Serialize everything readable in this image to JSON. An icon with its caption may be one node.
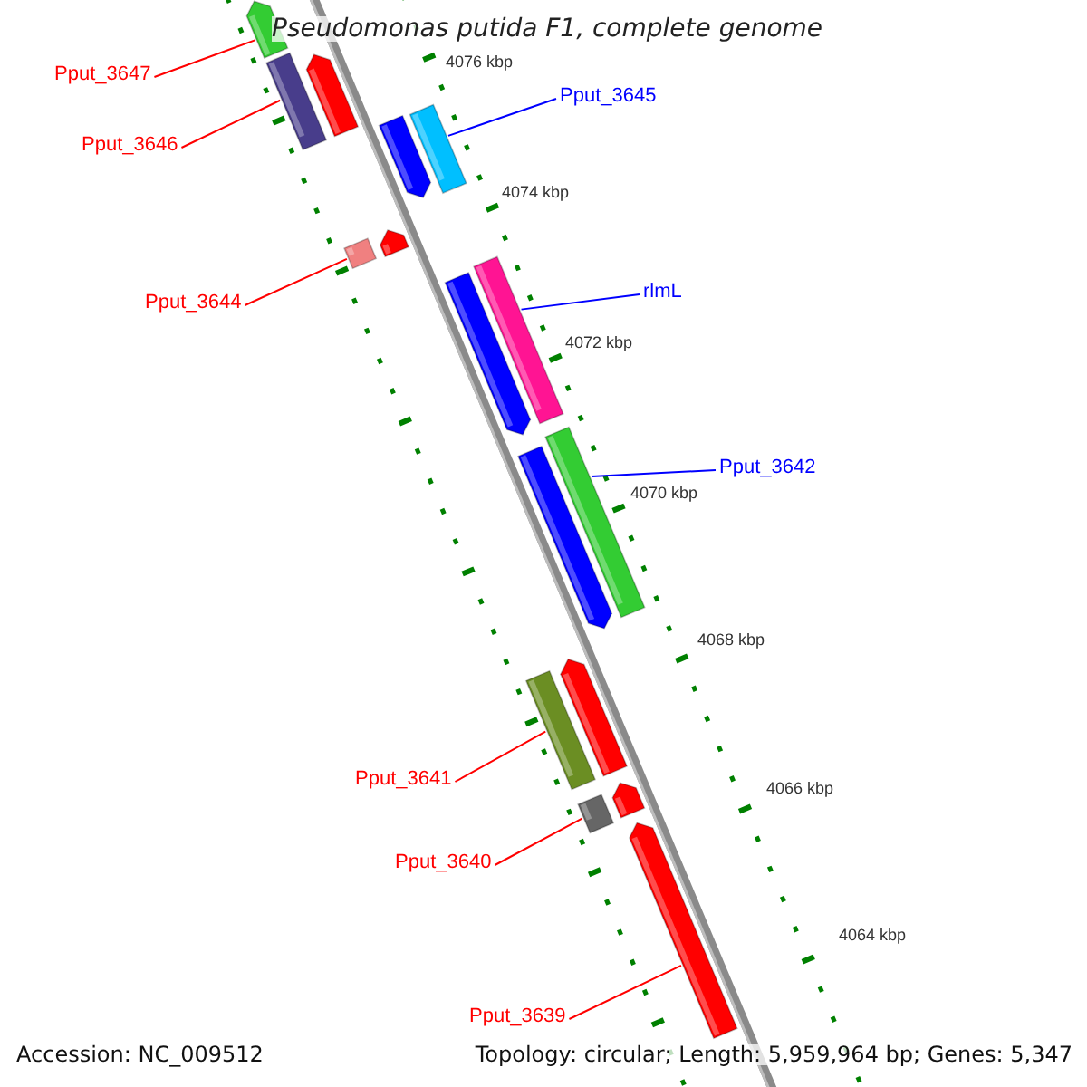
{
  "diagram": {
    "title": "Pseudomonas putida F1, complete genome",
    "nodes": [
      {
        "text": [
          "Pput_3647"
        ]
      },
      {
        "text": [],
        "shape": "bar"
      },
      {
        "text": [],
        "shape": "bar"
      },
      {
        "text": [
          "Pput_3646"
        ]
      },
      {
        "text": [],
        "shape": "bar"
      },
      {
        "text": [
          "Pput_3645"
        ]
      },
      {
        "text": [],
        "shape": "bar"
      },
      {
        "text": [],
        "shape": "bar"
      },
      {
        "text": [
          "Pput_3644"
        ]
      },
      {
        "text": [],
        "shape": "bar"
      },
      {
        "text": [],
        "shape": "bar"
      },
      {
        "text": [
          "rlmL"
        ]
      },
      {
        "text": [],
        "shape": "bar"
      },
      {
        "text": [],
        "shape": "bar"
      },
      {
        "text": [
          "Pput_3642"
        ]
      },
      {
        "text": [],
        "shape": "bar"
      },
      {
        "text": [],
        "shape": "bar"
      },
      {
        "text": [
          "Pput_3641"
        ]
      },
      {
        "text": [],
        "shape": "bar"
      },
      {
        "text": [],
        "shape": "bar"
      },
      {
        "text": [
          "Pput_3640"
        ]
      },
      {
        "text": [],
        "shape": "bar"
      },
      {
        "text": [],
        "shape": "bar"
      },
      {
        "text": [
          "Pput_3639"
        ]
      },
      {
        "text": [],
        "shape": "bar"
      }
    ],
    "edges": [
      {
        "from": 0,
        "to": 1,
        "arrow": "none"
      },
      {
        "from": 3,
        "to": 4,
        "arrow": "none"
      },
      {
        "from": 5,
        "to": 7,
        "arrow": "none",
        "color": "#0000ff"
      },
      {
        "from": 8,
        "to": 9,
        "arrow": "none"
      },
      {
        "from": 11,
        "to": 13,
        "arrow": "none",
        "color": "#0000ff"
      },
      {
        "from": 14,
        "to": 16,
        "arrow": "none",
        "color": "#0000ff"
      },
      {
        "from": 17,
        "to": 18,
        "arrow": "none"
      },
      {
        "from": 20,
        "to": 21,
        "arrow": "none"
      },
      {
        "from": 23,
        "to": 24,
        "arrow": "none"
      }
    ],
    "labels": [
      "4076 kbp",
      "4074 kbp",
      "4072 kbp",
      "4070 kbp",
      "4068 kbp",
      "4066 kbp",
      "4064 kbp",
      "Accession: NC_009512",
      "Topology: circular; Length: 5,959,964 bp; Genes: 5,347"
    ]
  }
}
